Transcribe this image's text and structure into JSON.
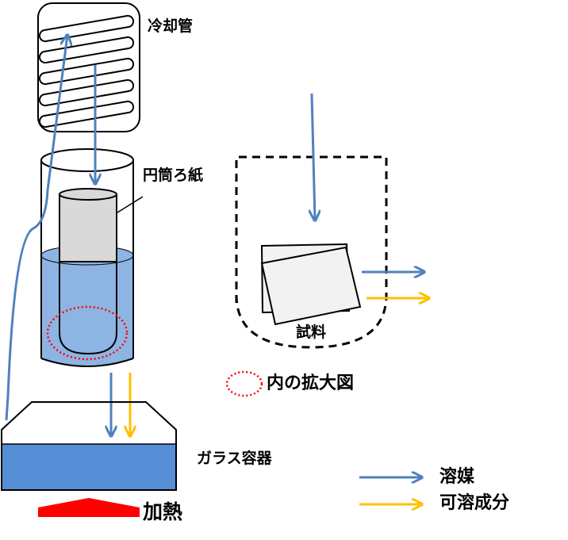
{
  "labels": {
    "condenser": "冷却管",
    "thimble": "円筒ろ紙",
    "sample": "試料",
    "magnified": "内の拡大図",
    "vessel": "ガラス容器",
    "heat": "加熱"
  },
  "legend": [
    {
      "label": "溶媒",
      "color": "#4f81bd"
    },
    {
      "label": "可溶成分",
      "color": "#ffc000"
    }
  ],
  "colors": {
    "solvent_arrow": "#4f81bd",
    "soluble_arrow": "#ffc000",
    "liquid": "#8eb4e3",
    "vessel_liquid": "#558ed5",
    "thimble": "#d9d9d9",
    "heat_arrow": "#ff0000",
    "magnify_circle": "#ff0000"
  }
}
